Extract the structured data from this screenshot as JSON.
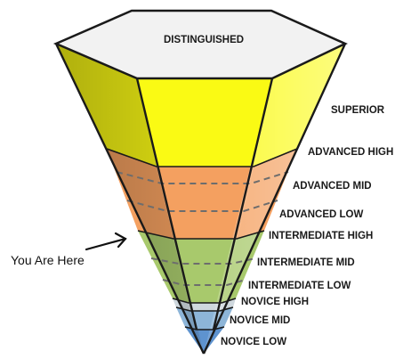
{
  "levels": {
    "distinguished": "DISTINGUISHED",
    "superior": "SUPERIOR",
    "advanced_high": "ADVANCED HIGH",
    "advanced_mid": "ADVANCED MID",
    "advanced_low": "ADVANCED LOW",
    "intermediate_high": "INTERMEDIATE HIGH",
    "intermediate_mid": "INTERMEDIATE MID",
    "intermediate_low": "INTERMEDIATE LOW",
    "novice_high": "NOVICE HIGH",
    "novice_mid": "NOVICE MID",
    "novice_low": "NOVICE LOW"
  },
  "marker": {
    "label": "You Are Here"
  },
  "colors": {
    "top_face": "#f2f2f2",
    "superior": "#fafa14",
    "advanced": "#f4a060",
    "intermediate": "#a8c96c",
    "novice_high": "#cfd8de",
    "novice_mid": "#8db5d8",
    "novice_low": "#5e93cf",
    "outline": "#1a1a1a",
    "dashed": "#6d6d6d"
  }
}
